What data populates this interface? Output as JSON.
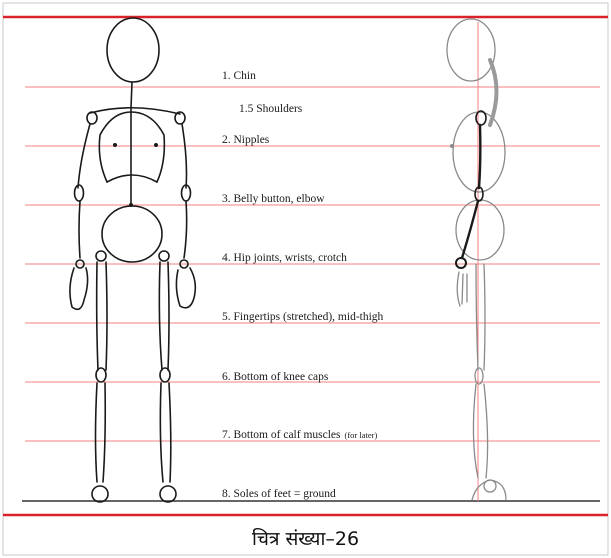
{
  "labels": [
    "1. Chin",
    "1.5 Shoulders",
    "2. Nipples",
    "3. Belly button, elbow",
    "4. Hip joints, wrists, crotch",
    "5. Fingertips (stretched), mid-thigh",
    "6. Bottom of knee caps",
    "7. Bottom of calf muscles",
    "8. Soles of feet = ground"
  ],
  "label7_note": "(for later)",
  "caption": "चित्र संख्या–26",
  "colors": {
    "border_red": "#d9232b",
    "guide_line": "#f08080",
    "figure_line": "#1a1a1a",
    "side_figure": "#8a8a8a"
  }
}
